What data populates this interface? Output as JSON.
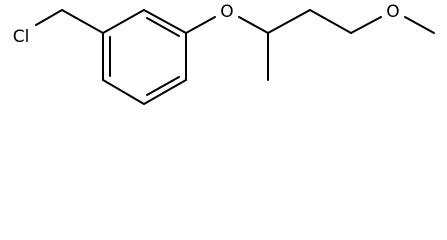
{
  "molecule": {
    "atoms": {
      "chlorine": "Cl",
      "ether_oxygen": "O",
      "methoxy_oxygen": "O"
    }
  }
}
